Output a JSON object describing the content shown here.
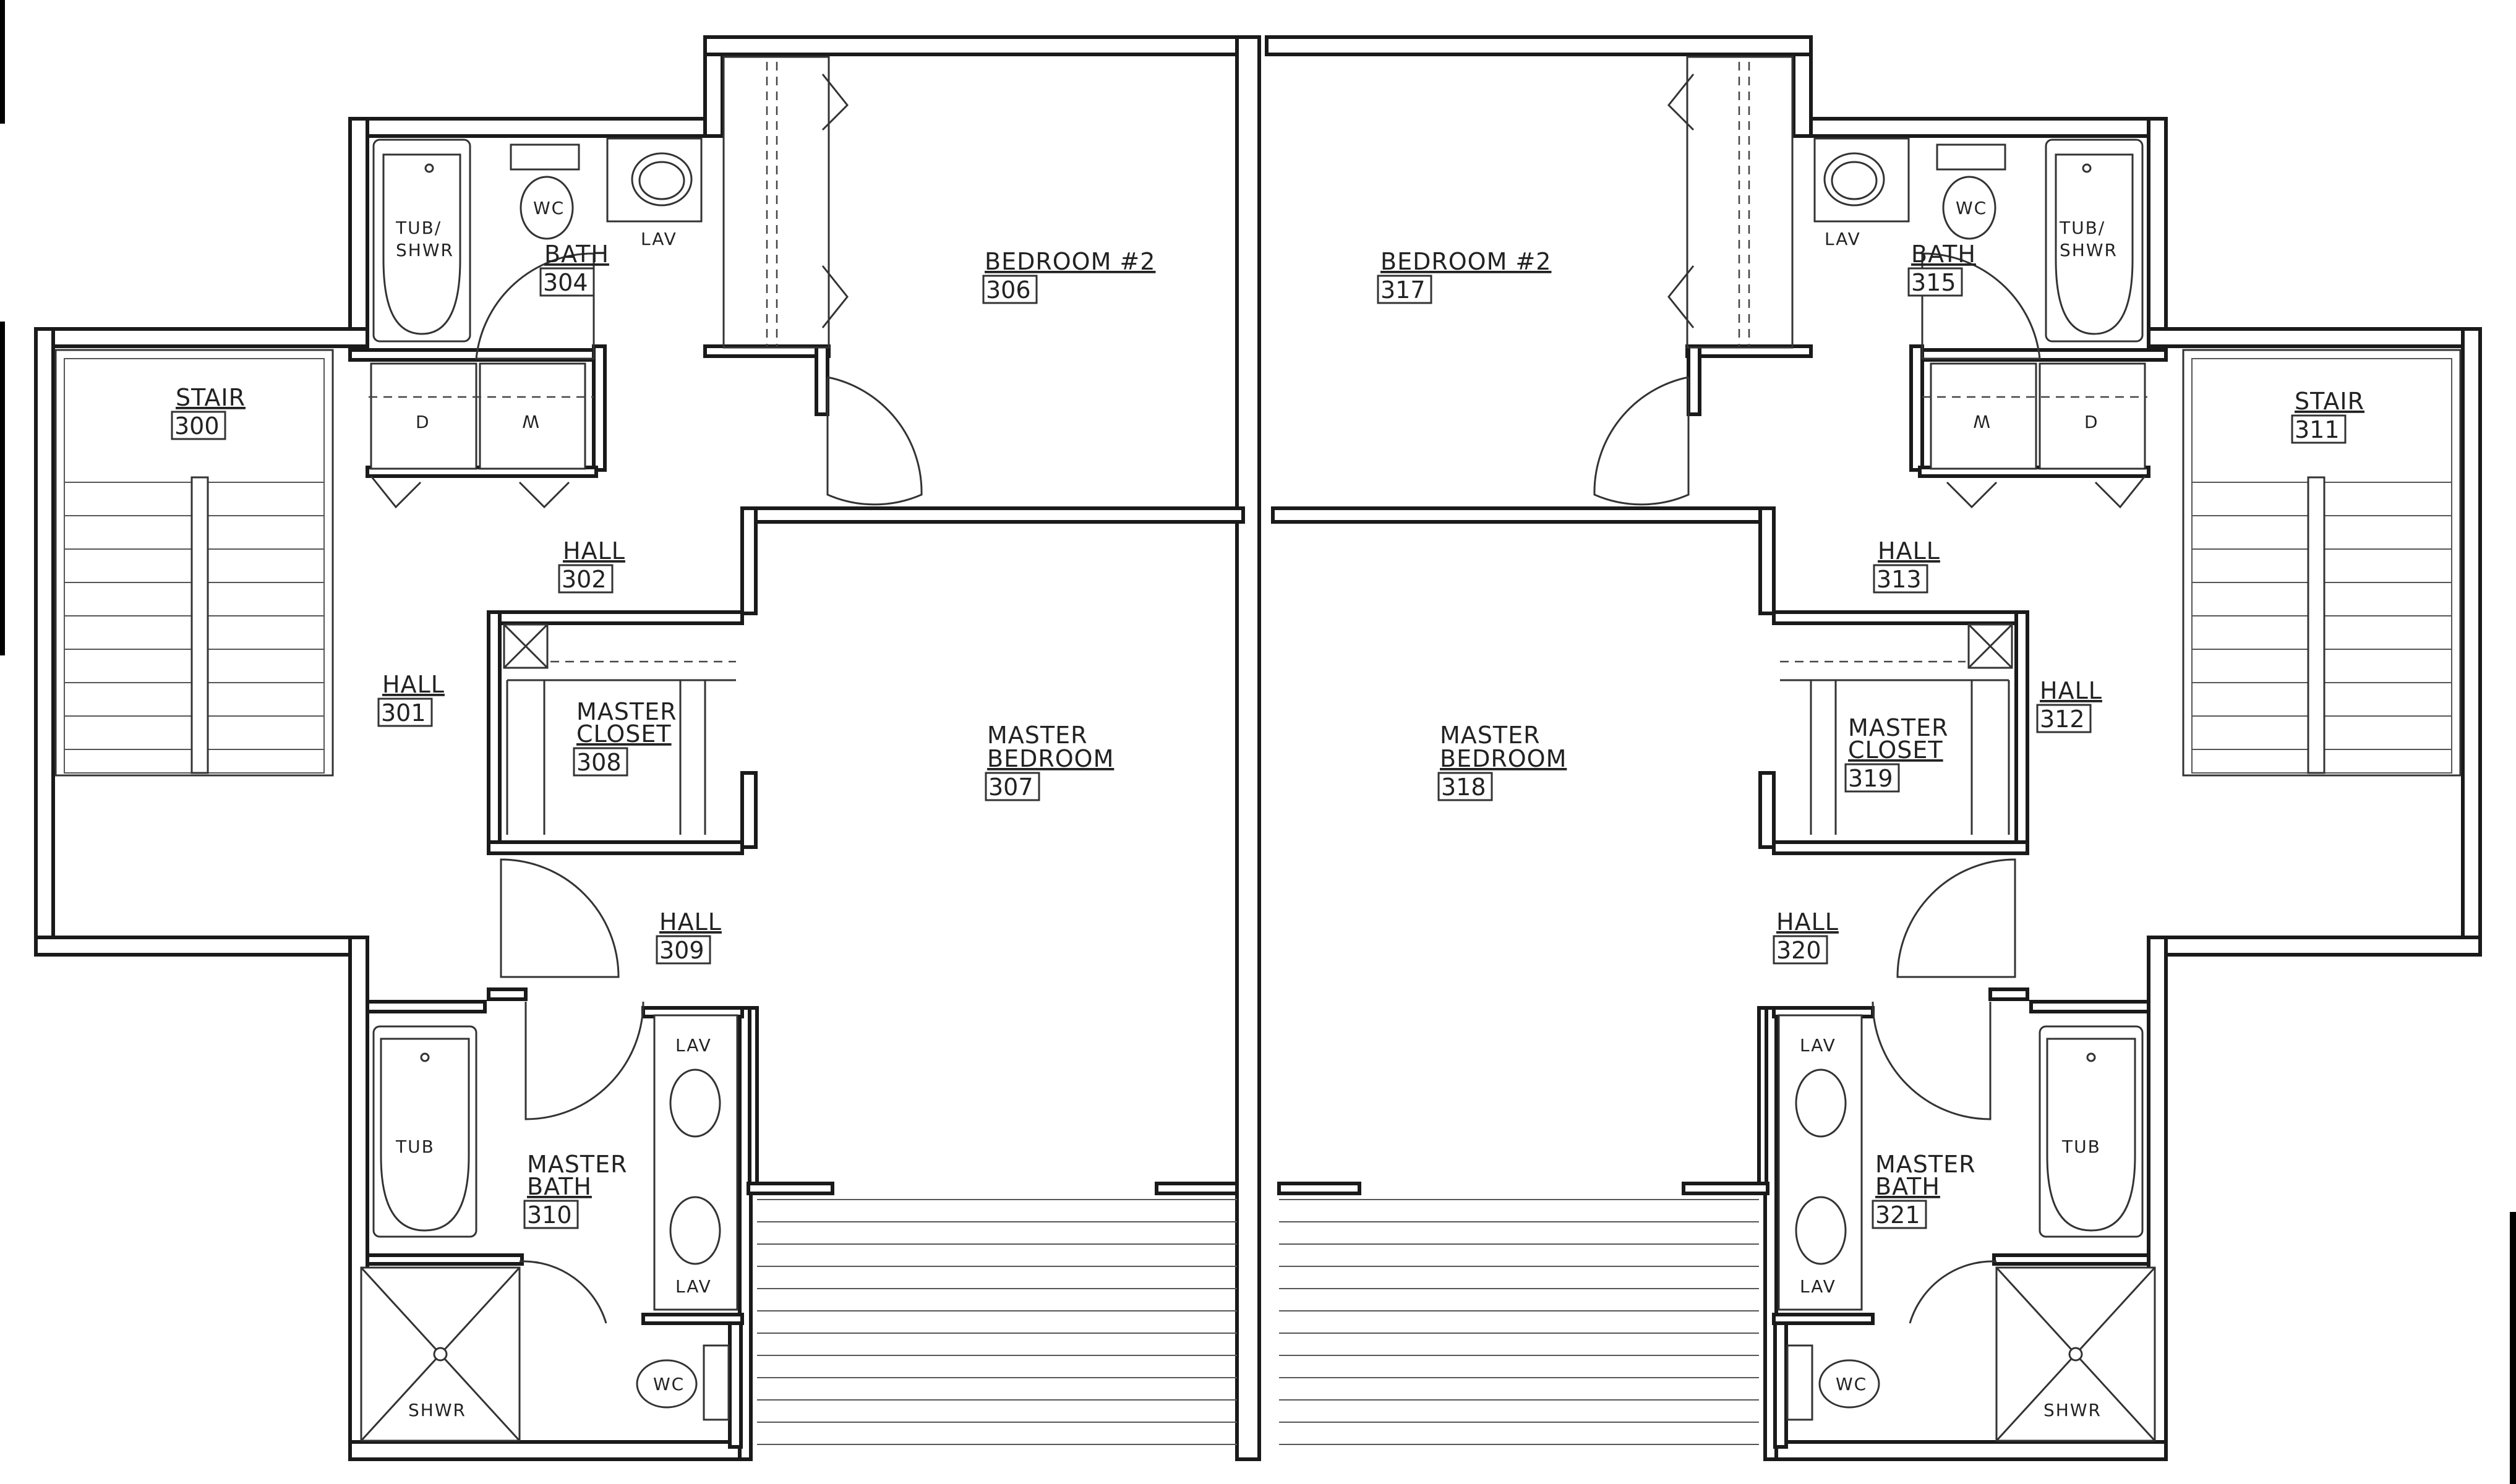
{
  "plan": {
    "rooms": [
      {
        "id": "stair-300",
        "name": "STAIR",
        "number": "300"
      },
      {
        "id": "hall-301",
        "name": "HALL",
        "number": "301"
      },
      {
        "id": "hall-302",
        "name": "HALL",
        "number": "302"
      },
      {
        "id": "bath-304",
        "name": "BATH",
        "number": "304"
      },
      {
        "id": "bedroom-306",
        "name": "BEDROOM #2",
        "number": "306"
      },
      {
        "id": "master-bedroom-307",
        "name1": "MASTER",
        "name2": "BEDROOM",
        "number": "307"
      },
      {
        "id": "master-closet-308",
        "name1": "MASTER",
        "name2": "CLOSET",
        "number": "308"
      },
      {
        "id": "hall-309",
        "name": "HALL",
        "number": "309"
      },
      {
        "id": "master-bath-310",
        "name1": "MASTER",
        "name2": "BATH",
        "number": "310"
      },
      {
        "id": "stair-311",
        "name": "STAIR",
        "number": "311"
      },
      {
        "id": "hall-312",
        "name": "HALL",
        "number": "312"
      },
      {
        "id": "hall-313",
        "name": "HALL",
        "number": "313"
      },
      {
        "id": "bath-315",
        "name": "BATH",
        "number": "315"
      },
      {
        "id": "bedroom-317",
        "name": "BEDROOM #2",
        "number": "317"
      },
      {
        "id": "master-bedroom-318",
        "name1": "MASTER",
        "name2": "BEDROOM",
        "number": "318"
      },
      {
        "id": "master-closet-319",
        "name1": "MASTER",
        "name2": "CLOSET",
        "number": "319"
      },
      {
        "id": "hall-320",
        "name": "HALL",
        "number": "320"
      },
      {
        "id": "master-bath-321",
        "name1": "MASTER",
        "name2": "BATH",
        "number": "321"
      }
    ],
    "fixtures": {
      "tub_shwr_1": "TUB/",
      "tub_shwr_2": "SHWR",
      "wc": "WC",
      "lav": "LAV",
      "dryer": "D",
      "washer": "W",
      "tub": "TUB",
      "shwr": "SHWR"
    }
  }
}
